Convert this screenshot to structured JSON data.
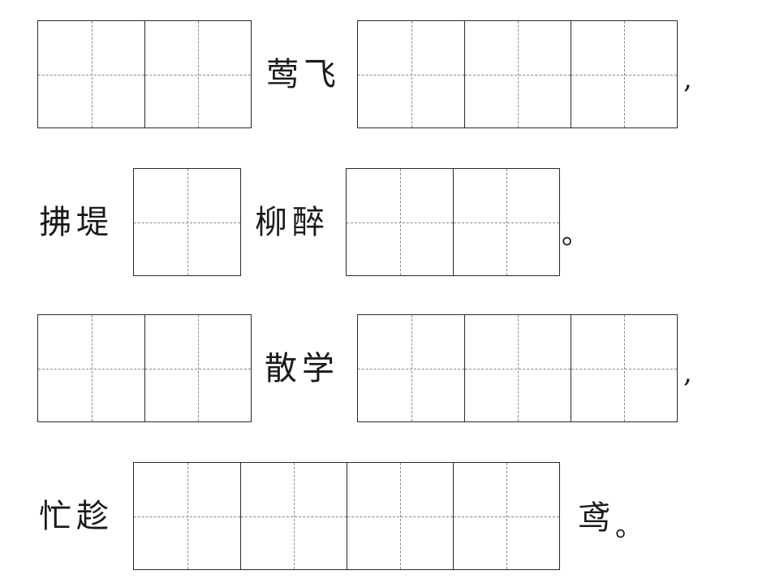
{
  "row1": {
    "text_middle": "莺飞",
    "punct_end": ","
  },
  "row2": {
    "text_start": "拂堤",
    "text_middle": "柳醉",
    "punct_end": "。"
  },
  "row3": {
    "text_middle": "散学",
    "punct_end": ","
  },
  "row4": {
    "text_start": "忙趁",
    "text_end": "鸢",
    "punct_end": "。"
  }
}
